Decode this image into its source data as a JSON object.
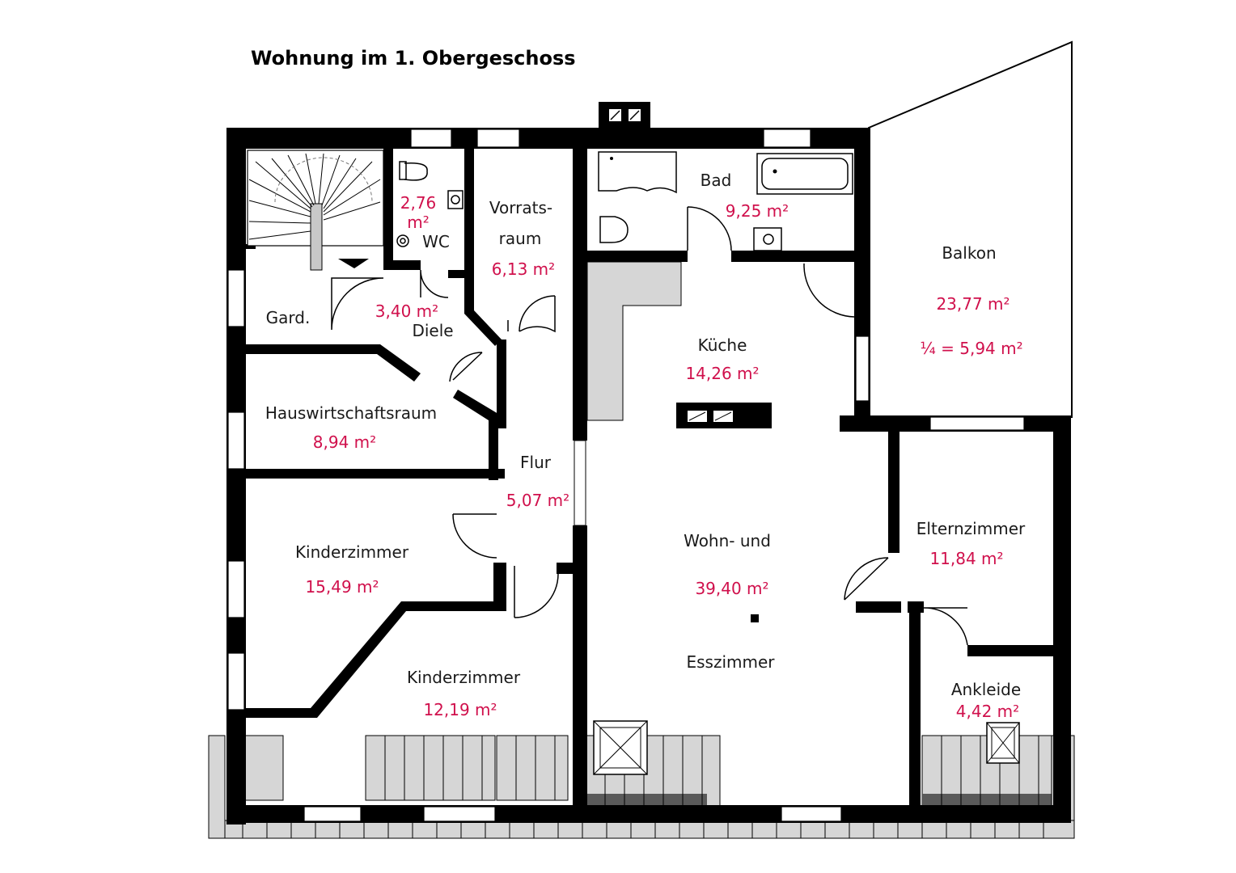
{
  "title": "Wohnung im 1. Obergeschoss",
  "rooms": {
    "wc": {
      "name": "WC",
      "area_line1": "2,76",
      "area_line2": "m²"
    },
    "vorrat": {
      "name_line1": "Vorrats-",
      "name_line2": "raum",
      "area": "6,13 m²"
    },
    "bad": {
      "name": "Bad",
      "area": "9,25 m²"
    },
    "balkon": {
      "name": "Balkon",
      "area": "23,77 m²",
      "share": "¼  =  5,94 m²"
    },
    "gard": {
      "name": "Gard."
    },
    "diele": {
      "name": "Diele",
      "area": "3,40 m²"
    },
    "kueche": {
      "name": "Küche",
      "area": "14,26 m²"
    },
    "hauswirtschaft": {
      "name": "Hauswirtschaftsraum",
      "area": "8,94 m²"
    },
    "flur": {
      "name": "Flur",
      "area": "5,07 m²"
    },
    "wohnen": {
      "name_line1": "Wohn-  und",
      "area": "39,40 m²",
      "name_line2": "Esszimmer"
    },
    "eltern": {
      "name": "Elternzimmer",
      "area": "11,84 m²"
    },
    "kinder1": {
      "name": "Kinderzimmer",
      "area": "15,49 m²"
    },
    "kinder2": {
      "name": "Kinderzimmer",
      "area": "12,19 m²"
    },
    "ankleide": {
      "name": "Ankleide",
      "area": "4,42 m²"
    }
  },
  "colors": {
    "area_text": "#d0104c",
    "wall": "#000000",
    "fill_grey": "#d6d6d6"
  }
}
